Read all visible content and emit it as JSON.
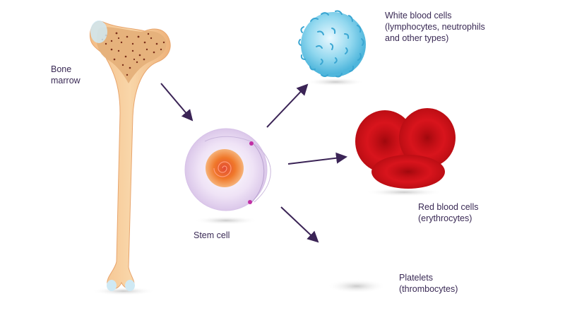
{
  "labels": {
    "bone_marrow": [
      "Bone",
      "marrow"
    ],
    "stem_cell": "Stem cell",
    "white_blood_cells": [
      "White blood cells",
      "(lymphocytes, neutrophils",
      "and other types)"
    ],
    "red_blood_cells": [
      "Red blood cells",
      "(erythrocytes)"
    ],
    "platelets": [
      "Platelets",
      "(thrombocytes)"
    ]
  },
  "colors": {
    "label_text": "#3a2a55",
    "arrow": "#3b2456",
    "bone": "#f6c995",
    "bone_marrow": "#e0b07a",
    "white_cell": "#7fd0ea",
    "red_cell": "#d0121a",
    "stem_cell": "#e8d7f2",
    "nucleus": "#f07a2a"
  }
}
